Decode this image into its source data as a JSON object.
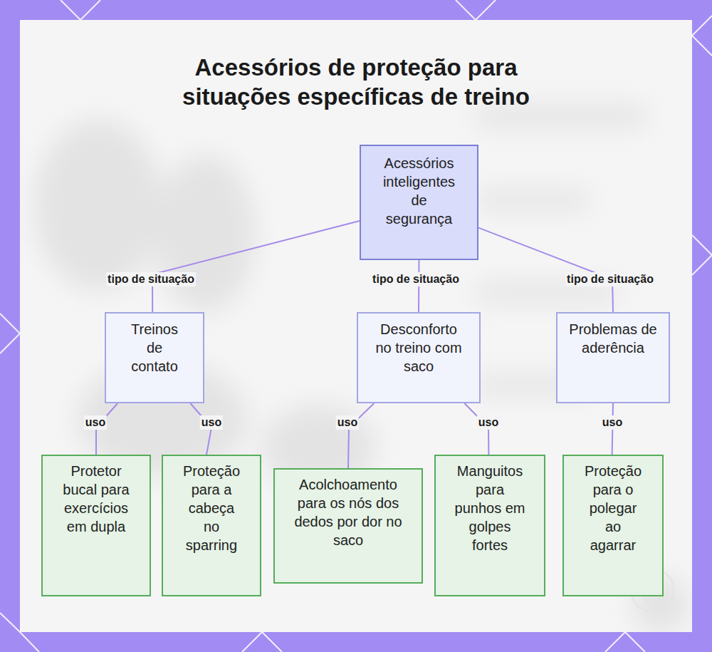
{
  "diagram": {
    "title": "Acessórios de proteção para situações específicas de treino",
    "nodes": [
      {
        "text": [
          "Acessórios inteligentes de segurança"
        ]
      },
      {
        "text": [
          "Treinos de contato"
        ]
      },
      {
        "text": [
          "Desconforto no treino com saco"
        ]
      },
      {
        "text": [
          "Problemas de aderência"
        ]
      },
      {
        "text": [
          "Protetor bucal para exercícios em dupla"
        ]
      },
      {
        "text": [
          "Proteção para a cabeça no sparring"
        ]
      },
      {
        "text": [
          "Acolchoamento para os nós dos dedos por dor no saco"
        ]
      },
      {
        "text": [
          "Manguitos para punhos em golpes fortes"
        ]
      },
      {
        "text": [
          "Proteção para o polegar ao agarrar"
        ]
      }
    ],
    "edges": [
      {
        "from": 0,
        "to": 1,
        "label": "tipo de situação",
        "arrow": "none"
      },
      {
        "from": 0,
        "to": 2,
        "label": "tipo de situação",
        "arrow": "none"
      },
      {
        "from": 0,
        "to": 3,
        "label": "tipo de situação",
        "arrow": "none"
      },
      {
        "from": 1,
        "to": 4,
        "label": "uso",
        "arrow": "none"
      },
      {
        "from": 1,
        "to": 5,
        "label": "uso",
        "arrow": "none"
      },
      {
        "from": 2,
        "to": 6,
        "label": "uso",
        "arrow": "none"
      },
      {
        "from": 2,
        "to": 7,
        "label": "uso",
        "arrow": "none"
      },
      {
        "from": 3,
        "to": 8,
        "label": "uso",
        "arrow": "none"
      }
    ]
  }
}
